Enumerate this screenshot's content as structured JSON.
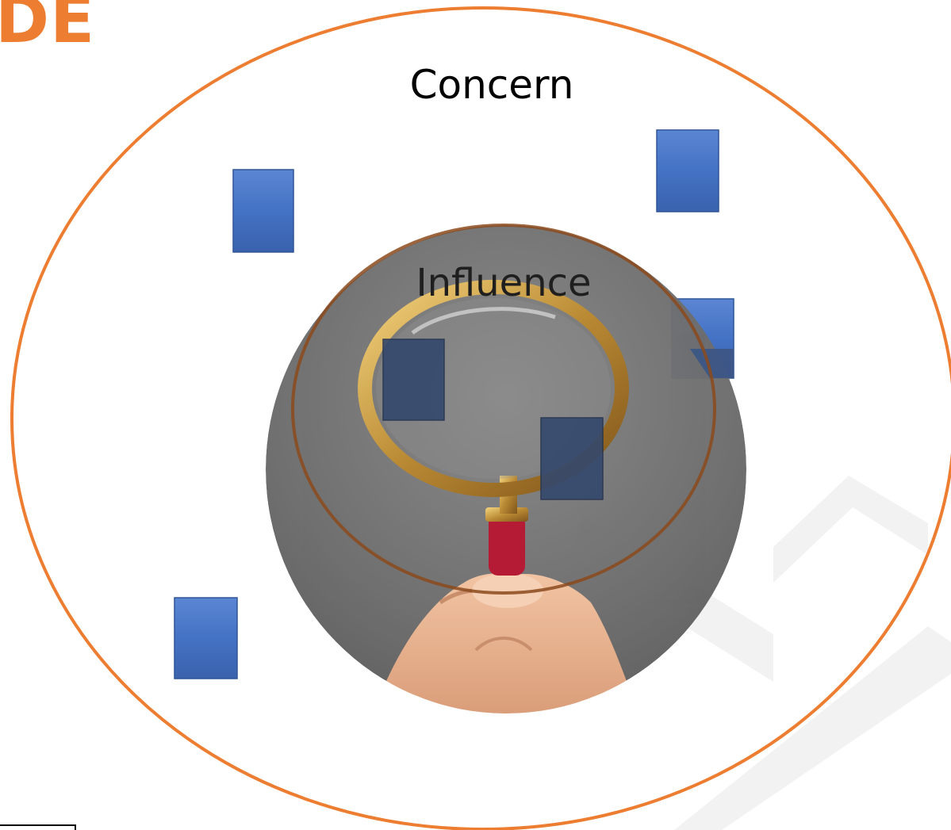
{
  "slide": {
    "heading_fragment": "DE",
    "outer_circle_label": "Concern",
    "inner_circle_label": "Influence"
  },
  "colors": {
    "accent_orange": "#ED7D31",
    "block_blue": "#4472C4",
    "inner_ring_brown": "#8B4A1C",
    "photo_gray": "#6b6b6b"
  },
  "icons": {
    "photo": "magnifying-glass-in-hand-photo",
    "background": "chevron-watermark"
  }
}
